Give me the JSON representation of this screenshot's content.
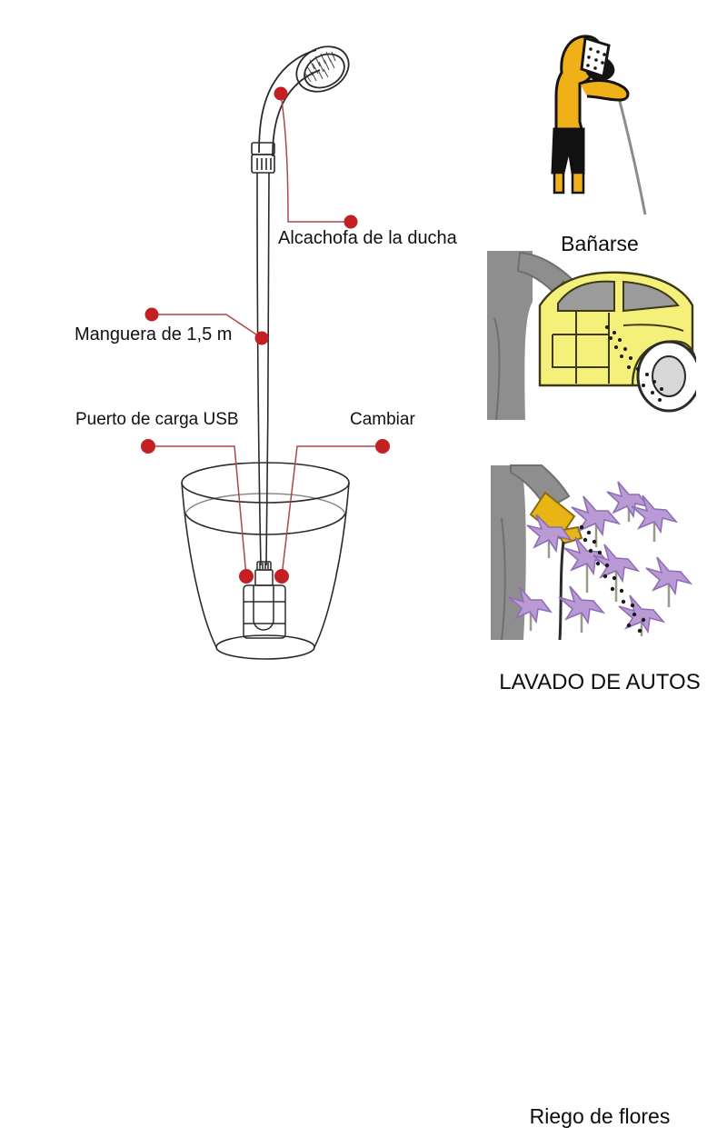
{
  "diagram": {
    "title": "portable-camping-shower-parts-diagram",
    "accent_color": "#c41f23",
    "line_color": "#2b2b2b",
    "leader_color": "#a84a4a",
    "callouts": [
      {
        "id": "showerhead",
        "label": "Alcachofa de la ducha"
      },
      {
        "id": "hose",
        "label": "Manguera de 1,5 m"
      },
      {
        "id": "usb-port",
        "label": "Puerto de carga USB"
      },
      {
        "id": "switch",
        "label": "Cambiar"
      }
    ]
  },
  "panels": [
    {
      "id": "bathing",
      "caption": "Bañarse",
      "icon": "person-showering-icon",
      "colors": {
        "skin": "#f0b018",
        "shorts": "#111111",
        "outline": "#1a1a1a",
        "hose": "#8c8c8c"
      }
    },
    {
      "id": "car-wash",
      "caption": "LAVADO DE AUTOS",
      "icon": "car-washing-icon",
      "colors": {
        "car": "#f5f07a",
        "person": "#8e8e8e",
        "nozzle": "#e8a317",
        "glass": "#9b9b9b",
        "outline": "#2b2b1a"
      }
    },
    {
      "id": "flower-watering",
      "caption": "Riego de flores",
      "icon": "watering-flowers-icon",
      "colors": {
        "flower": "#b99ad4",
        "flower_dark": "#9a79c0",
        "stem": "#9a9a8a",
        "person": "#8e8e8e",
        "nozzle": "#e8b517"
      }
    }
  ]
}
